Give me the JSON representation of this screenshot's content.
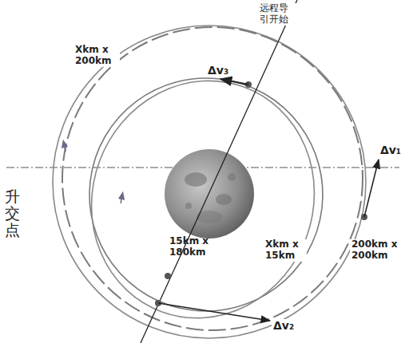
{
  "diagram": {
    "labels": [
      "远程导引开始",
      "Δv₃",
      "Δv₁",
      "Xkm x 200km",
      "升交点",
      "15km x 180km",
      "Xkm x 15km",
      "200km x 200km",
      "Δv₂"
    ]
  }
}
